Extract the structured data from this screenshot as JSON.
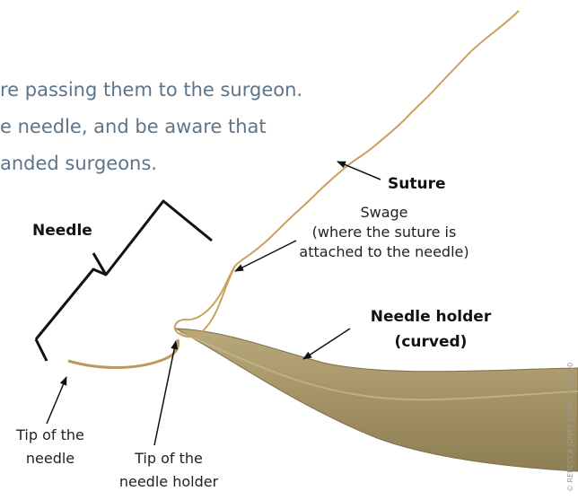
{
  "body_text": {
    "line1": "re passing them to the surgeon.",
    "line2": "e needle, and be aware that",
    "line3": "anded surgeons."
  },
  "labels": {
    "suture": "Suture",
    "needle": "Needle",
    "swage_title": "Swage",
    "swage_line2": "(where the suture is",
    "swage_line3": "attached to the needle)",
    "holder_line1": "Needle holder",
    "holder_line2": "(curved)",
    "tip_needle_line1": "Tip of the",
    "tip_needle_line2": "needle",
    "tip_holder_line1": "Tip of the",
    "tip_holder_line2": "needle holder"
  },
  "credit": "© REBECCA JONES CC BY-NC-SA 4.0",
  "colors": {
    "suture": "#c9a25c",
    "holder": "#a8996a",
    "body_text": "#5e7488"
  }
}
